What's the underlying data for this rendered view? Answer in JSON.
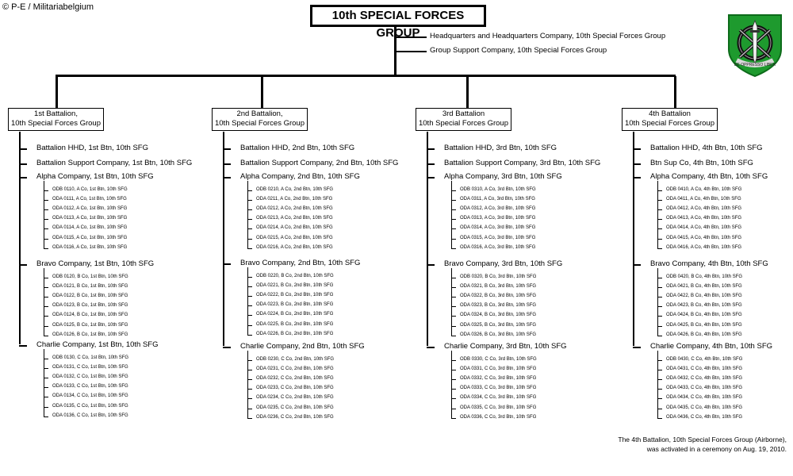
{
  "credit": "© P-E / Militariabelgium",
  "title": "10th SPECIAL FORCES GROUP",
  "hq_units": [
    "Headquarters and Headquarters Company, 10th Special Forces Group",
    "Group Support Company, 10th Special Forces Group"
  ],
  "logo": {
    "icon": "special-forces-insignia",
    "motto": "DE OPPRESSO LIBER",
    "colors": {
      "field": "#1e9a2e",
      "border": "#0d6b1a",
      "dagger": "#f2f2f2"
    }
  },
  "battalions": [
    {
      "title_line1": "1st Battalion,",
      "title_line2": "10th Special Forces Group",
      "hhd": "Battalion HHD, 1st Btn, 10th SFG",
      "support": "Battalion  Support Company, 1st Btn, 10th SFG",
      "companies": [
        {
          "name": "Alpha Company, 1st Btn, 10th SFG",
          "teams": [
            "ODB 0110, A Co, 1st Btn,  10th SFG",
            "ODA 0111, A Co, 1st Btn,  10th SFG",
            "ODA 0112, A Co, 1st Btn,  10th SFG",
            "ODA 0113, A Co, 1st Btn,  10th SFG",
            "ODA 0114, A Co, 1st Btn,  10th SFG",
            "ODA 0115, A Co, 1st Btn,  10th SFG",
            "ODA 0116, A Co, 1st Btn,  10th SFG"
          ]
        },
        {
          "name": "Bravo Company, 1st Btn, 10th SFG",
          "teams": [
            "ODB 0120, B Co, 1st Btn,  10th SFG",
            "ODA 0121, B Co, 1st Btn,  10th SFG",
            "ODA 0122, B Co, 1st Btn,  10th SFG",
            "ODA 0123, B Co, 1st Btn,  10th SFG",
            "ODA 0124, B Co, 1st Btn,  10th SFG",
            "ODA 0125, B Co, 1st Btn,  10th SFG",
            "ODA 0126, B Co, 1st Btn,  10th SFG"
          ]
        },
        {
          "name": "Charlie Company, 1st Btn, 10th SFG",
          "teams": [
            "ODB 0130, C Co, 1st Btn,  10th SFG",
            "ODA 0131, C Co, 1st Btn,  10th SFG",
            "ODA 0132, C Co, 1st Btn,  10th SFG",
            "ODA 0133, C Co, 1st Btn,  10th SFG",
            "ODA 0134, C Co, 1st Btn,  10th SFG",
            "ODA 0135, C Co, 1st Btn,  10th SFG",
            "ODA 0136, C Co, 1st Btn,  10th SFG"
          ]
        }
      ]
    },
    {
      "title_line1": "2nd Battalion,",
      "title_line2": "10th Special Forces Group",
      "hhd": "Battalion HHD,  2nd Btn, 10th SFG",
      "support": "Battalion  Support Company, 2nd Btn, 10th SFG",
      "companies": [
        {
          "name": "Alpha Company, 2nd Btn, 10th SFG",
          "teams": [
            "ODB 0210, A Co, 2nd Btn,  10th SFG",
            "ODA 0211, A Co, 2nd Btn,  10th SFG",
            "ODA 0212, A Co, 2nd Btn,  10th SFG",
            "ODA 0213, A Co, 2nd Btn,  10th SFG",
            "ODA 0214, A Co, 2nd Btn,  10th SFG",
            "ODA 0215, A Co, 2nd Btn,  10th SFG",
            "ODA 0216, A Co, 2nd Btn,  10th SFG"
          ]
        },
        {
          "name": "Bravo Company, 2nd Btn, 10th SFG",
          "teams": [
            "ODB 0220, B Co, 2nd Btn,  10th SFG",
            "ODA 0221, B Co, 2nd Btn,  10th SFG",
            "ODA 0222, B Co, 2nd Btn,  10th SFG",
            "ODA 0223, B Co, 2nd Btn,  10th SFG",
            "ODA 0224, B Co, 2nd Btn,  10th SFG",
            "ODA 0225, B Co, 2nd Btn,  10th SFG",
            "ODA 0226, B Co, 2nd Btn,  10th SFG"
          ]
        },
        {
          "name": "Charlie Company, 2nd Btn, 10th SFG",
          "teams": [
            "ODB 0230, C Co, 2nd Btn,  10th SFG",
            "ODA 0231, C Co, 2nd Btn,  10th SFG",
            "ODA 0232, C Co, 2nd Btn,  10th SFG",
            "ODA 0233, C Co, 2nd Btn,  10th SFG",
            "ODA 0234, C Co, 2nd Btn,  10th SFG",
            "ODA 0235, C Co, 2nd Btn,  10th SFG",
            "ODA 0236, C Co, 2nd Btn,  10th SFG"
          ]
        }
      ]
    },
    {
      "title_line1": "3rd Battalion",
      "title_line2": "10th Special Forces Group",
      "hhd": "Battalion HHD, 3rd Btn, 10th SFG",
      "support": "Battalion  Support Company, 3rd Btn, 10th SFG",
      "companies": [
        {
          "name": "Alpha Company, 3rd Btn, 10th SFG",
          "teams": [
            "ODB 0310, A Co, 3rd Btn,  10th SFG",
            "ODA 0311, A Co, 3rd Btn,  10th SFG",
            "ODA 0312, A Co, 3rd Btn,  10th SFG",
            "ODA 0313, A Co, 3rd Btn,  10th SFG",
            "ODA 0314, A Co, 3rd Btn,  10th SFG",
            "ODA 0315, A Co, 3rd Btn,  10th SFG",
            "ODA 0316, A Co, 3rd Btn,  10th SFG"
          ]
        },
        {
          "name": "Bravo Company, 3rd Btn, 10th SFG",
          "teams": [
            "ODB 0320, B Co, 3rd Btn,  10th SFG",
            "ODA 0321, B Co, 3rd Btn,  10th SFG",
            "ODA 0322, B Co, 3rd Btn,  10th SFG",
            "ODA 0323, B Co, 3rd Btn,  10th SFG",
            "ODA 0324, B Co, 3rd Btn,  10th SFG",
            "ODA 0325, B Co, 3rd Btn,  10th SFG",
            "ODA 0326, B Co, 3rd Btn,  10th SFG"
          ]
        },
        {
          "name": "Charlie Company, 3rd Btn, 10th SFG",
          "teams": [
            "ODB 0330, C Co, 3rd Btn,  10th SFG",
            "ODA 0331, C Co, 3rd Btn,  10th SFG",
            "ODA 0332, C Co, 3rd Btn,  10th SFG",
            "ODA 0333, C Co, 3rd Btn,  10th SFG",
            "ODA 0334, C Co, 3rd Btn,  10th SFG",
            "ODA 0335, C Co, 3rd Btn,  10th SFG",
            "ODA 0336, C Co, 3rd Btn,  10th SFG"
          ]
        }
      ]
    },
    {
      "title_line1": "4th Battalion",
      "title_line2": "10th Special Forces Group",
      "hhd": "Battalion HHD, 4th Btn, 10th SFG",
      "support": "Btn  Sup Co, 4th Btn, 10th SFG",
      "companies": [
        {
          "name": "Alpha Company, 4th Btn, 10th SFG",
          "teams": [
            "ODB 0410, A Co, 4th Btn,  10th SFG",
            "ODA 0411, A Co, 4th Btn,  10th SFG",
            "ODA 0412, A Co, 4th Btn,  10th SFG",
            "ODA 0413, A Co, 4th Btn,  10th SFG",
            "ODA 0414, A Co, 4th Btn,  10th SFG",
            "ODA 0415, A Co, 4th Btn,  10th SFG",
            "ODA 0416, A Co, 4th Btn,  10th SFG"
          ]
        },
        {
          "name": "Bravo Company, 4th Btn, 10th SFG",
          "teams": [
            "ODB 0420, B Co, 4th Btn,  10th SFG",
            "ODA 0421, B Co, 4th Btn,  10th SFG",
            "ODA 0422, B Co, 4th Btn,  10th SFG",
            "ODA 0423, B Co, 4th Btn,  10th SFG",
            "ODA 0424, B Co, 4th Btn,  10th SFG",
            "ODA 0425, B Co, 4th Btn,  10th SFG",
            "ODA 0426, B Co, 4th Btn,  10th SFG"
          ]
        },
        {
          "name": "Charlie Company, 4th Btn, 10th SFG",
          "teams": [
            "ODB 0430, C Co, 4th Btn,  10th SFG",
            "ODA 0431, C Co, 4th Btn,  10th SFG",
            "ODA 0432, C Co, 4th Btn,  10th SFG",
            "ODA 0433, C Co, 4th Btn,  10th SFG",
            "ODA 0434, C Co, 4th Btn,  10th SFG",
            "ODA 0435, C Co, 4th Btn,  10th SFG",
            "ODA 0436, C Co, 4th Btn,  10th SFG"
          ]
        }
      ]
    }
  ],
  "footnote_line1": "The 4th Battalion, 10th Special Forces Group (Airborne),",
  "footnote_line2": "was activated in a ceremony on Aug. 19, 2010."
}
